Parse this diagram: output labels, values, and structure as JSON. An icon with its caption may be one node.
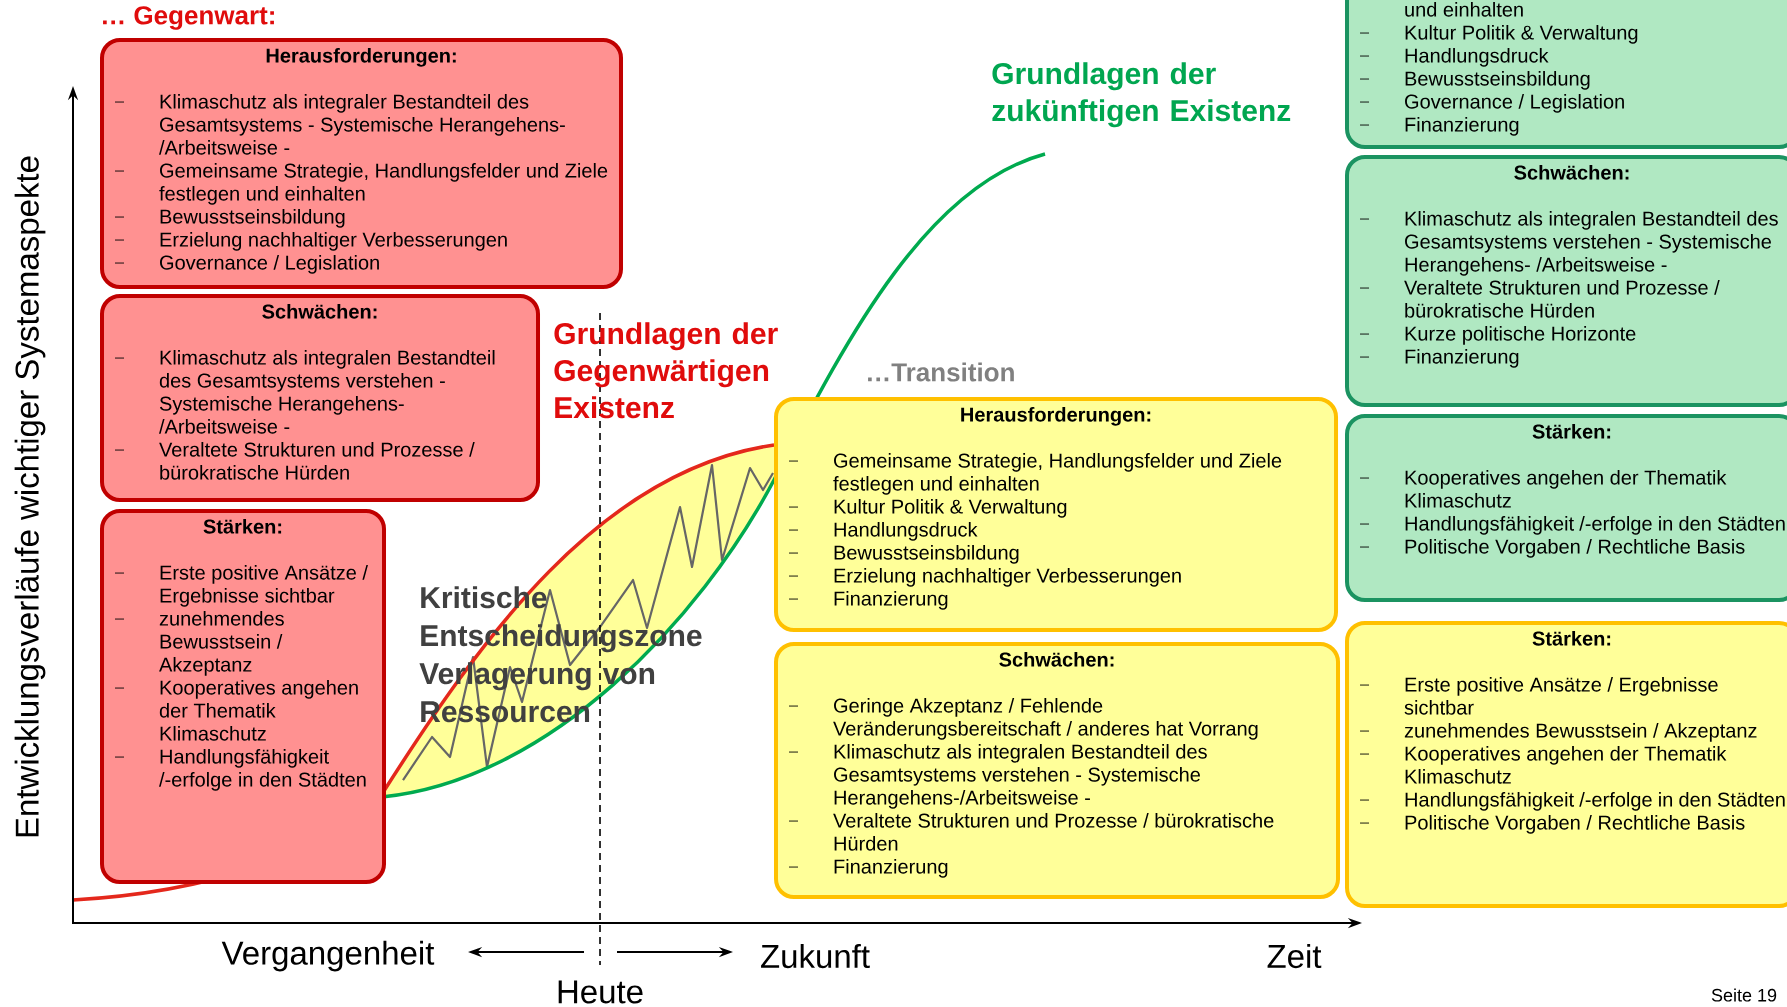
{
  "diagram": {
    "nodes": [
      {
        "text": [
          "Herausforderungen:",
          "Klimaschutz als integraler Bestandteil des Gesamtsystems - Systemische Herangehens- /Arbeitsweise -",
          "Gemeinsame Strategie, Handlungsfelder und Ziele festlegen und einhalten",
          "Bewusstseinsbildung",
          "Erzielung nachhaltiger Verbesserungen",
          "Governance / Legislation"
        ]
      },
      {
        "text": [
          "Schwächen:",
          "Klimaschutz als integralen Bestandteil des Gesamtsystems verstehen - Systemische Herangehens- /Arbeitsweise -",
          "Veraltete Strukturen und Prozesse / bürokratische Hürden"
        ]
      },
      {
        "text": [
          "Stärken:",
          "Erste positive Ansätze / Ergebnisse sichtbar",
          "zunehmendes Bewusstsein / Akzeptanz",
          "Kooperatives angehen der Thematik Klimaschutz",
          "Handlungsfähigkeit /-erfolge in den Städten"
        ]
      },
      {
        "text": [
          "und einhalten",
          "Kultur Politik & Verwaltung",
          "Handlungsdruck",
          "Bewusstseinsbildung",
          "Governance / Legislation",
          "Finanzierung"
        ]
      },
      {
        "text": [
          "Schwächen:",
          "Klimaschutz als integralen Bestandteil des Gesamtsystems verstehen - Systemische Herangehens- /Arbeitsweise -",
          "Veraltete Strukturen und Prozesse / bürokratische Hürden",
          "Kurze politische Horizonte",
          "Finanzierung"
        ]
      },
      {
        "text": [
          "Stärken:",
          "Kooperatives angehen der Thematik Klimaschutz",
          "Handlungsfähigkeit /-erfolge in den Städten",
          "Politische Vorgaben / Rechtliche Basis"
        ]
      },
      {
        "text": [
          "Herausforderungen:",
          "Gemeinsame Strategie, Handlungsfelder und Ziele festlegen und einhalten",
          "Kultur Politik & Verwaltung",
          "Handlungsdruck",
          "Bewusstseinsbildung",
          "Erzielung nachhaltiger Verbesserungen",
          "Finanzierung"
        ]
      },
      {
        "text": [
          "Schwächen:",
          "Geringe Akzeptanz / Fehlende Veränderungsbereitschaft / anderes hat Vorrang",
          "Klimaschutz als integralen Bestandteil des Gesamtsystems verstehen - Systemische Herangehens-/Arbeitsweise -",
          "Veraltete Strukturen und Prozesse / bürokratische Hürden",
          "Finanzierung"
        ]
      },
      {
        "text": [
          "Stärken:",
          "Erste positive Ansätze / Ergebnisse sichtbar",
          "zunehmendes Bewusstsein / Akzeptanz",
          "Kooperatives angehen der Thematik Klimaschutz",
          "Handlungsfähigkeit /-erfolge in den Städten",
          "Politische Vorgaben / Rechtliche Basis"
        ]
      }
    ],
    "labels": [
      "… Gegenwart:",
      "Entwicklungsverläufe wichtiger Systemaspekte",
      "Grundlagen der zukünftigen Existenz",
      "Grundlagen der Gegenwärtigen Existenz",
      "…Transition",
      "Kritische Entscheidungszone Verlagerung von Ressourcen",
      "Vergangenheit",
      "Zukunft",
      "Zeit",
      "Heute",
      "Seite 19"
    ]
  }
}
